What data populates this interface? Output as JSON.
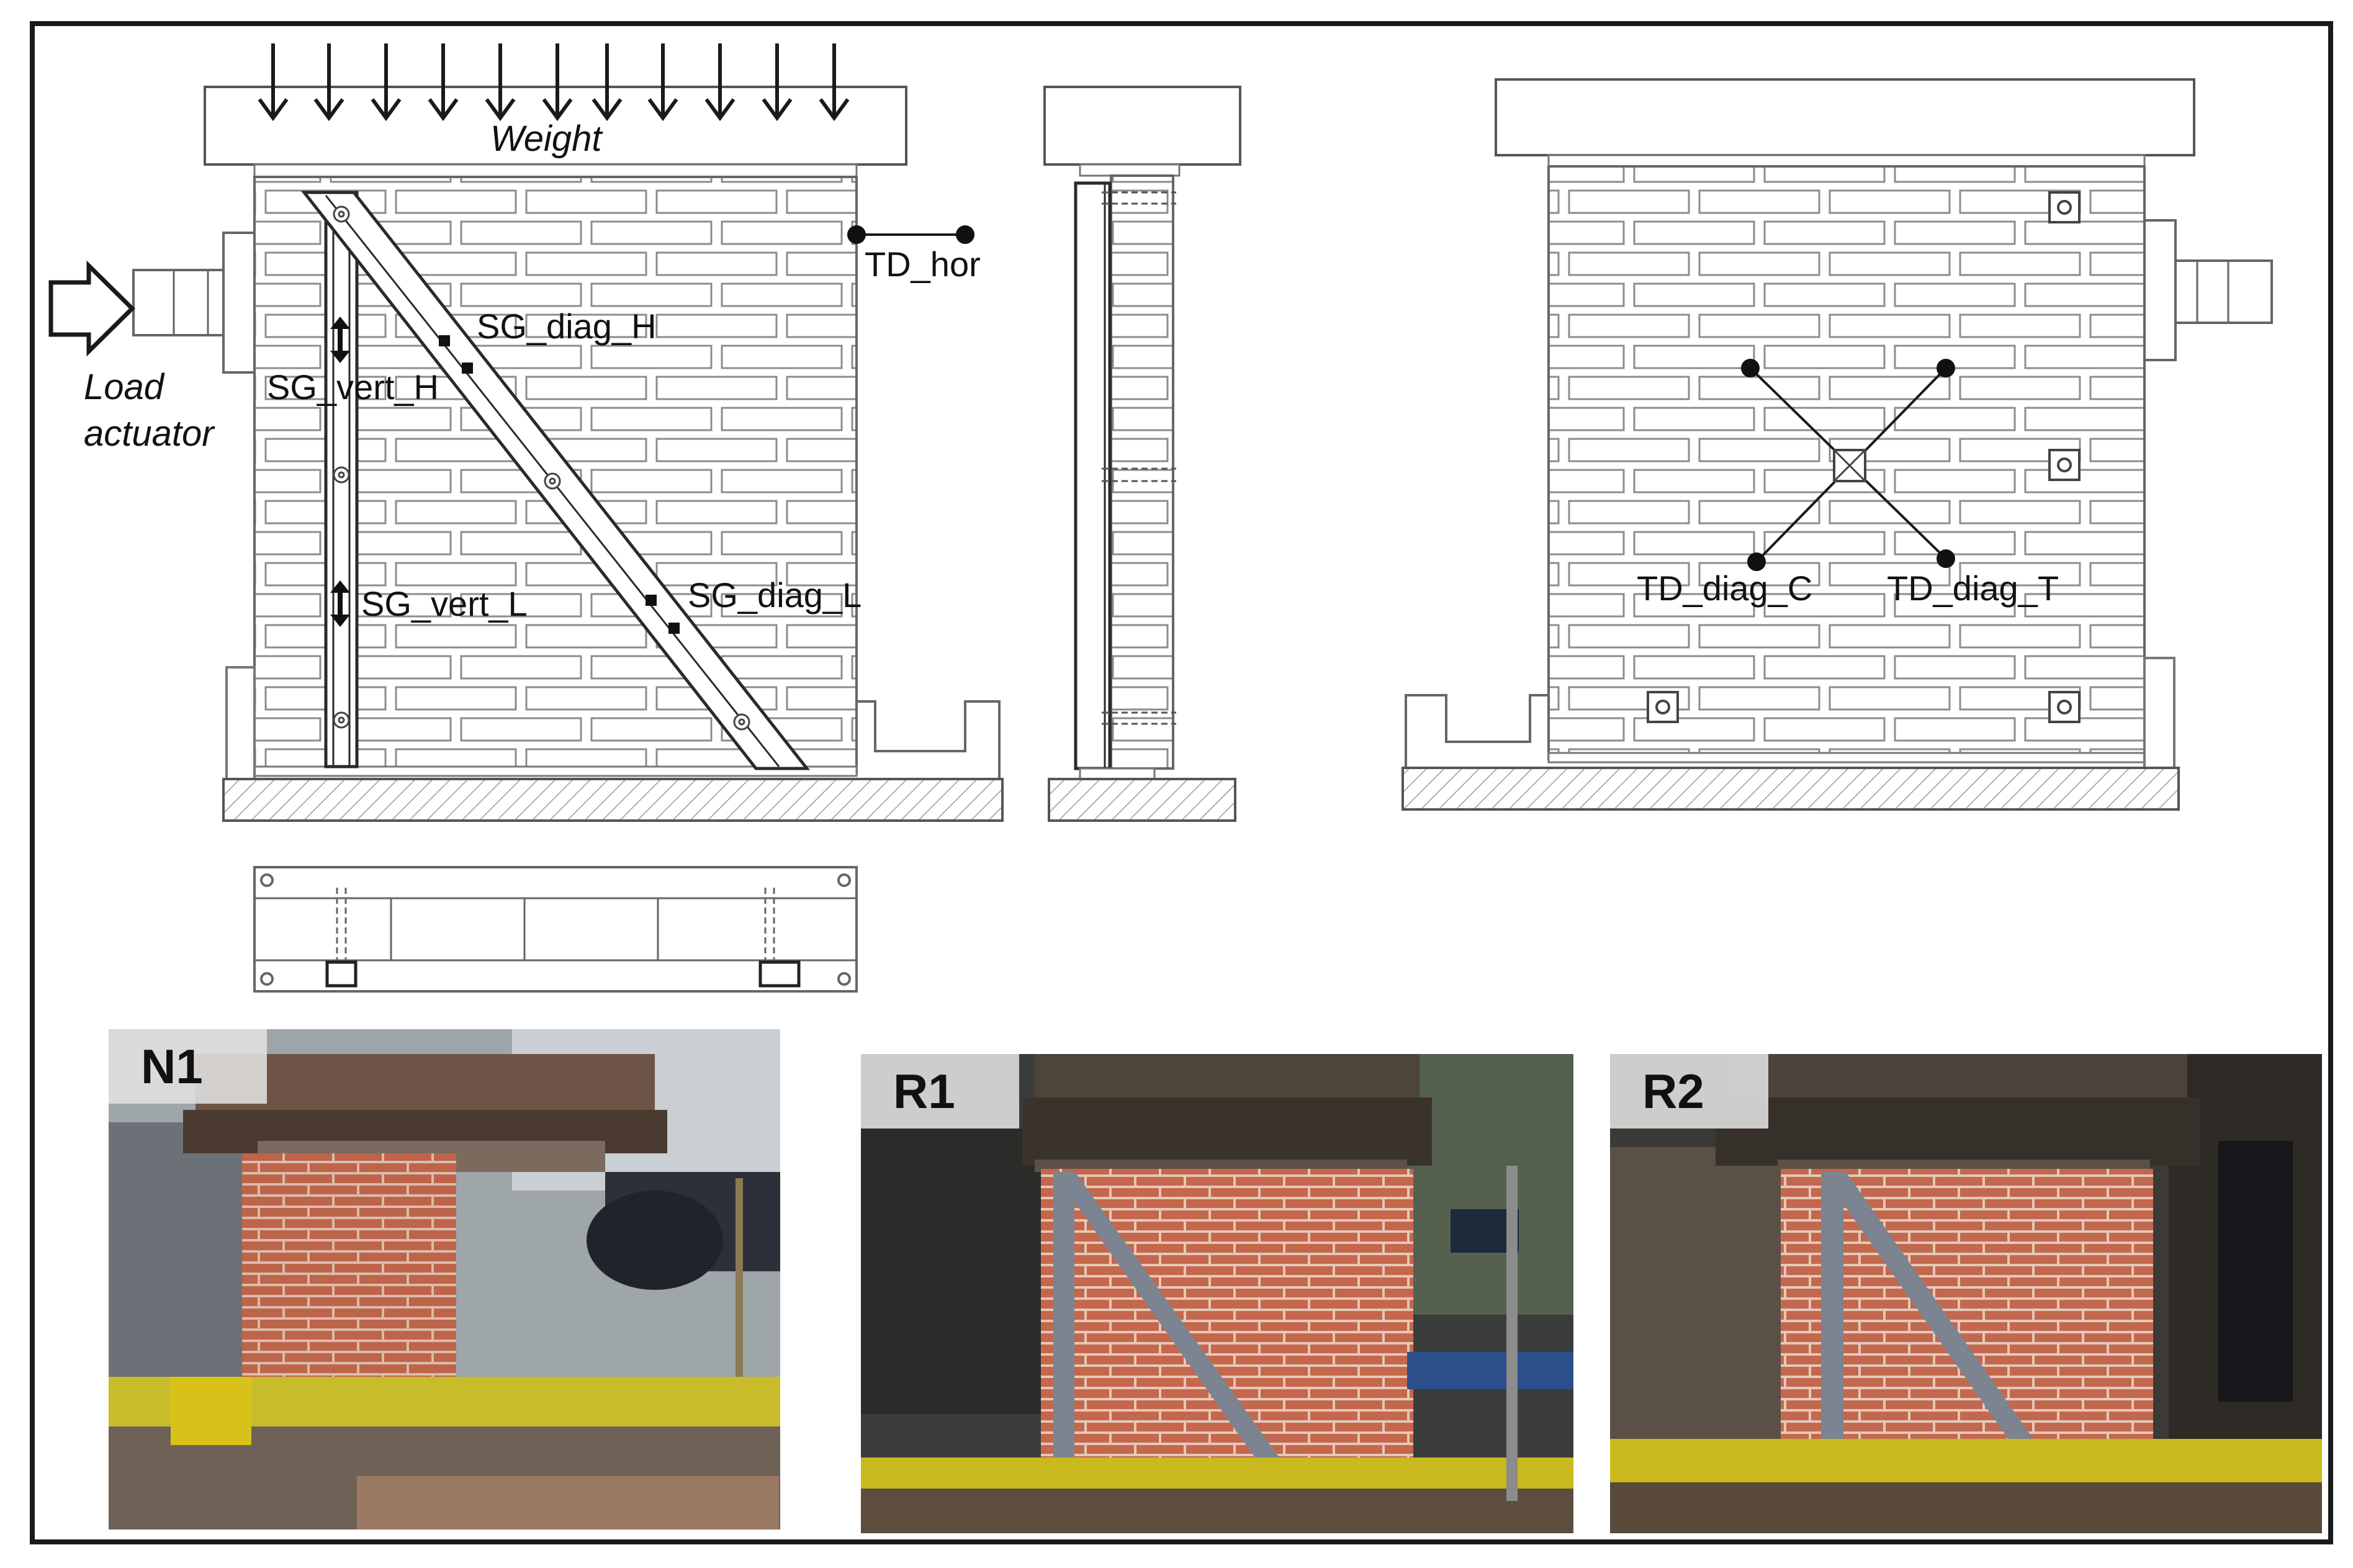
{
  "diagram": {
    "elevation": {
      "weight_label": "Weight",
      "load_actuator_label": [
        "Load",
        "actuator"
      ],
      "td_hor": "TD_hor",
      "sg_diag_h": "SG_diag_H",
      "sg_vert_h": "SG_vert_H",
      "sg_vert_l": "SG_vert_L",
      "sg_diag_l": "SG_diag_L"
    },
    "back_view": {
      "td_diag_c": "TD_diag_C",
      "td_diag_t": "TD_diag_T"
    }
  },
  "photos": [
    {
      "label": "N1"
    },
    {
      "label": "R1"
    },
    {
      "label": "R2"
    }
  ],
  "colors": {
    "line": "#1a1a1a",
    "brick_line": "#8a8a8a",
    "brick_photo": "#c4674c",
    "mortar": "#e6c7b7",
    "steel": "#7b8490",
    "yellow": "#d8c21a"
  }
}
